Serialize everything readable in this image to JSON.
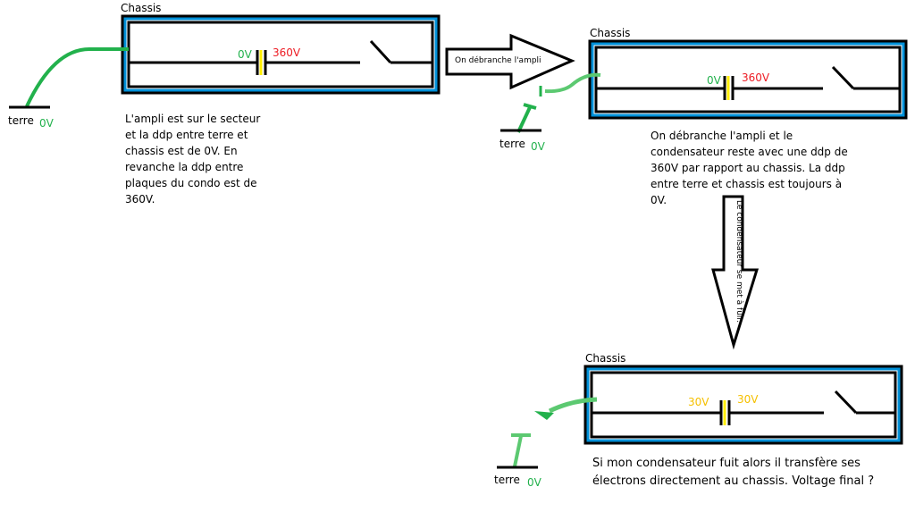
{
  "colors": {
    "chassis_outer": "#000000",
    "chassis_blue": "#0090d8",
    "wire_green": "#22b14c",
    "cap_yellow": "#ffee00",
    "voltage_red": "#ed1c24",
    "voltage_yellow": "#f5c000"
  },
  "panels": [
    {
      "chassis_label": "Chassis",
      "cap_left_voltage": "0V",
      "cap_right_voltage": "360V",
      "ground_label": "terre",
      "ground_voltage": "0V",
      "description": [
        "L'ampli est sur le secteur",
        "et la ddp entre terre et",
        "chassis est de 0V. En",
        "revanche la ddp entre",
        "plaques du condo est de",
        "360V."
      ]
    },
    {
      "chassis_label": "Chassis",
      "cap_left_voltage": "0V",
      "cap_right_voltage": "360V",
      "ground_label": "terre",
      "ground_voltage": "0V",
      "description": [
        "On débranche l'ampli et le",
        "condensateur reste avec une ddp de",
        "360V par rapport au chassis. La ddp",
        "entre terre et chassis est toujours à",
        "0V."
      ]
    },
    {
      "chassis_label": "Chassis",
      "cap_left_voltage": "30V",
      "cap_right_voltage": "30V",
      "ground_label": "terre",
      "ground_voltage": "0V",
      "description": [
        "Si mon condensateur fuit alors il transfère ses",
        "électrons directement au chassis. Voltage final ?"
      ]
    }
  ],
  "arrows": {
    "right_label": "On débranche l'ampli",
    "down_label": "Le condensateur se met à fuir."
  }
}
